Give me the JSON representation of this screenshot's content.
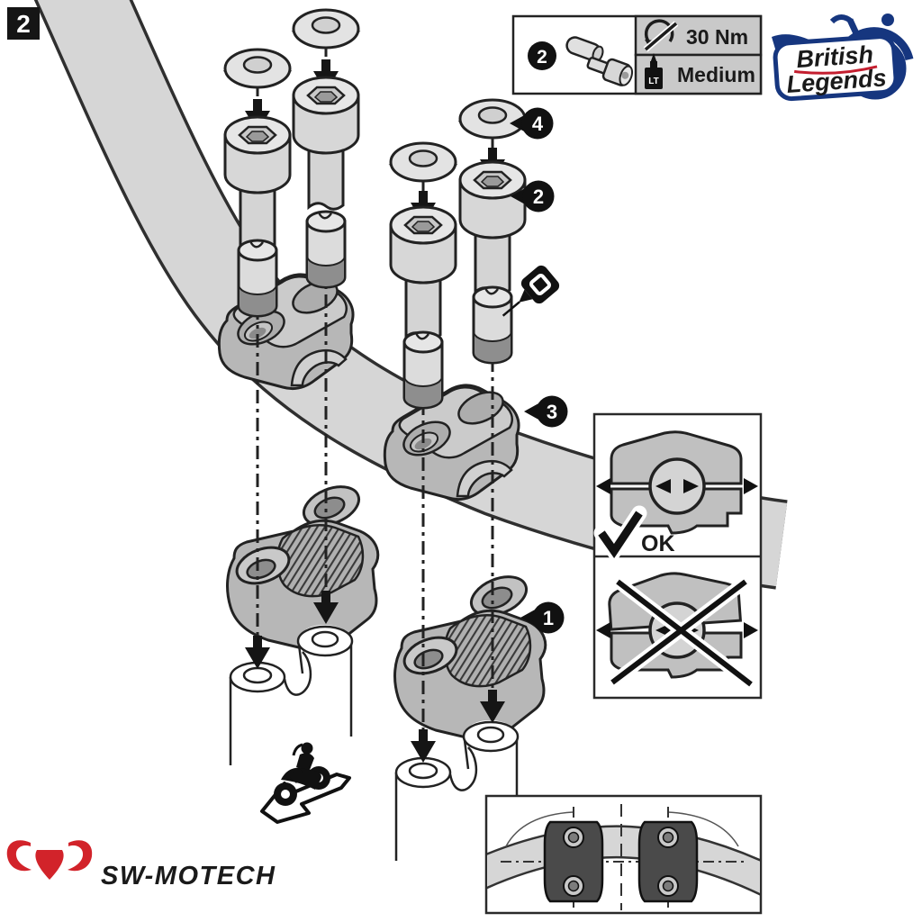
{
  "step": {
    "number": "2"
  },
  "info_box": {
    "part_callout": "2",
    "torque": "30 Nm",
    "threadlocker": "Medium",
    "bottle_label": "LT"
  },
  "callouts": {
    "cap_cover": "4",
    "bolt": "2",
    "top_clamp": "3",
    "riser": "1"
  },
  "orientation": {
    "ok": "OK"
  },
  "brand": {
    "word1": "British",
    "word2": "Legends"
  },
  "manufacturer": {
    "name": "SW-MOTECH"
  },
  "icons": {
    "torque": "torque-wrench-crossed-icon",
    "threadlocker": "threadlocker-bottle-icon",
    "glue": "threadlocker-bottle-small-icon",
    "direction": "riding-direction-motorcycle-arrow-icon",
    "ok": "checkmark-icon",
    "wrong": "cross-out-icon",
    "logo": "bull-head-icon",
    "brand_logo": "motorcycle-logo-icon"
  },
  "colors": {
    "outline": "#222222",
    "metal_light": "#d6d6d6",
    "metal_mid": "#b7b7b7",
    "metal_dark": "#8e8e8e",
    "panel_gray": "#c9c9c9",
    "black": "#151515",
    "brand_red": "#c41e2f",
    "brand_blue": "#16367f",
    "logo_red": "#d2232a"
  }
}
